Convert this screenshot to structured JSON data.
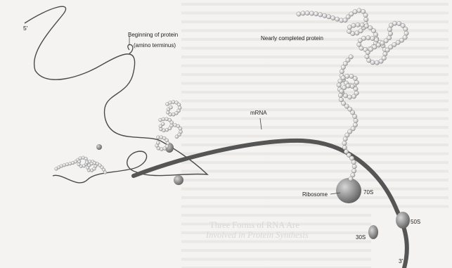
{
  "labels": {
    "five_prime": "5'",
    "three_prime": "3'",
    "beginning": "Beginning of protein",
    "amino": "(amino terminus)",
    "nearly_completed": "Nearly completed protein",
    "mrna": "mRNA",
    "ribosome": "Ribosome",
    "s70": "70S",
    "s50": "50S",
    "s30": "30S"
  },
  "background_text": {
    "heading_1": "Three Forms of RNA Are",
    "heading_2": "Involved in Protein Synthesis"
  },
  "colors": {
    "mrna_strand": "#4a4a4a",
    "ribosome": "#8c8c8c",
    "protein_bead": "#cfcfcf",
    "background": "#f4f3f1",
    "faint_text": "#d9d7d3"
  }
}
